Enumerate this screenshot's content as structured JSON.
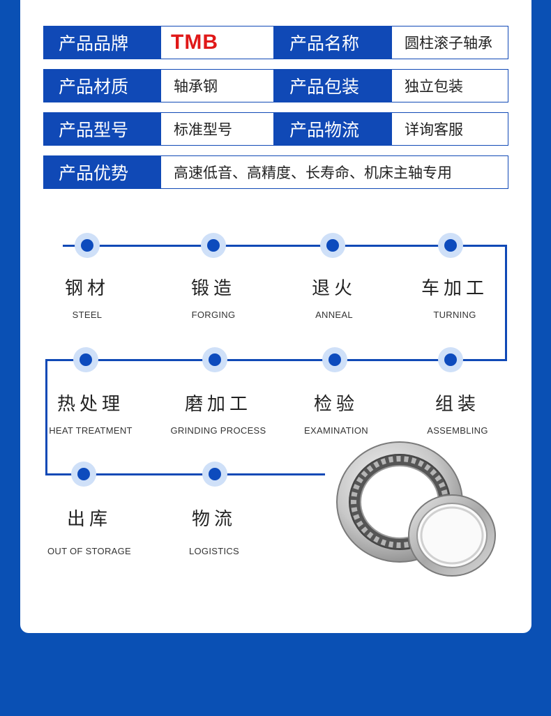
{
  "specs": [
    {
      "k1": "产品品牌",
      "v1": "TMB",
      "k2": "产品名称",
      "v2": "圆柱滚子轴承"
    },
    {
      "k1": "产品材质",
      "v1": "轴承钢",
      "k2": "产品包装",
      "v2": "独立包装"
    },
    {
      "k1": "产品型号",
      "v1": "标准型号",
      "k2": "产品物流",
      "v2": "详询客服"
    },
    {
      "k1": "产品优势",
      "v1": "高速低音、高精度、长寿命、机床主轴专用"
    }
  ],
  "steps": [
    {
      "cn": "钢材",
      "en": "STEEL"
    },
    {
      "cn": "锻造",
      "en": "FORGING"
    },
    {
      "cn": "退火",
      "en": "ANNEAL"
    },
    {
      "cn": "车加工",
      "en": "TURNING"
    },
    {
      "cn": "热处理",
      "en": "HEAT TREATMENT"
    },
    {
      "cn": "磨加工",
      "en": "GRINDING PROCESS"
    },
    {
      "cn": "检验",
      "en": "EXAMINATION"
    },
    {
      "cn": "组装",
      "en": "ASSEMBLING"
    },
    {
      "cn": "出库",
      "en": "OUT OF STORAGE"
    },
    {
      "cn": "物流",
      "en": "LOGISTICS"
    }
  ],
  "colors": {
    "primary": "#1049b6",
    "brand": "#e01818",
    "background": "#0a50b4"
  }
}
